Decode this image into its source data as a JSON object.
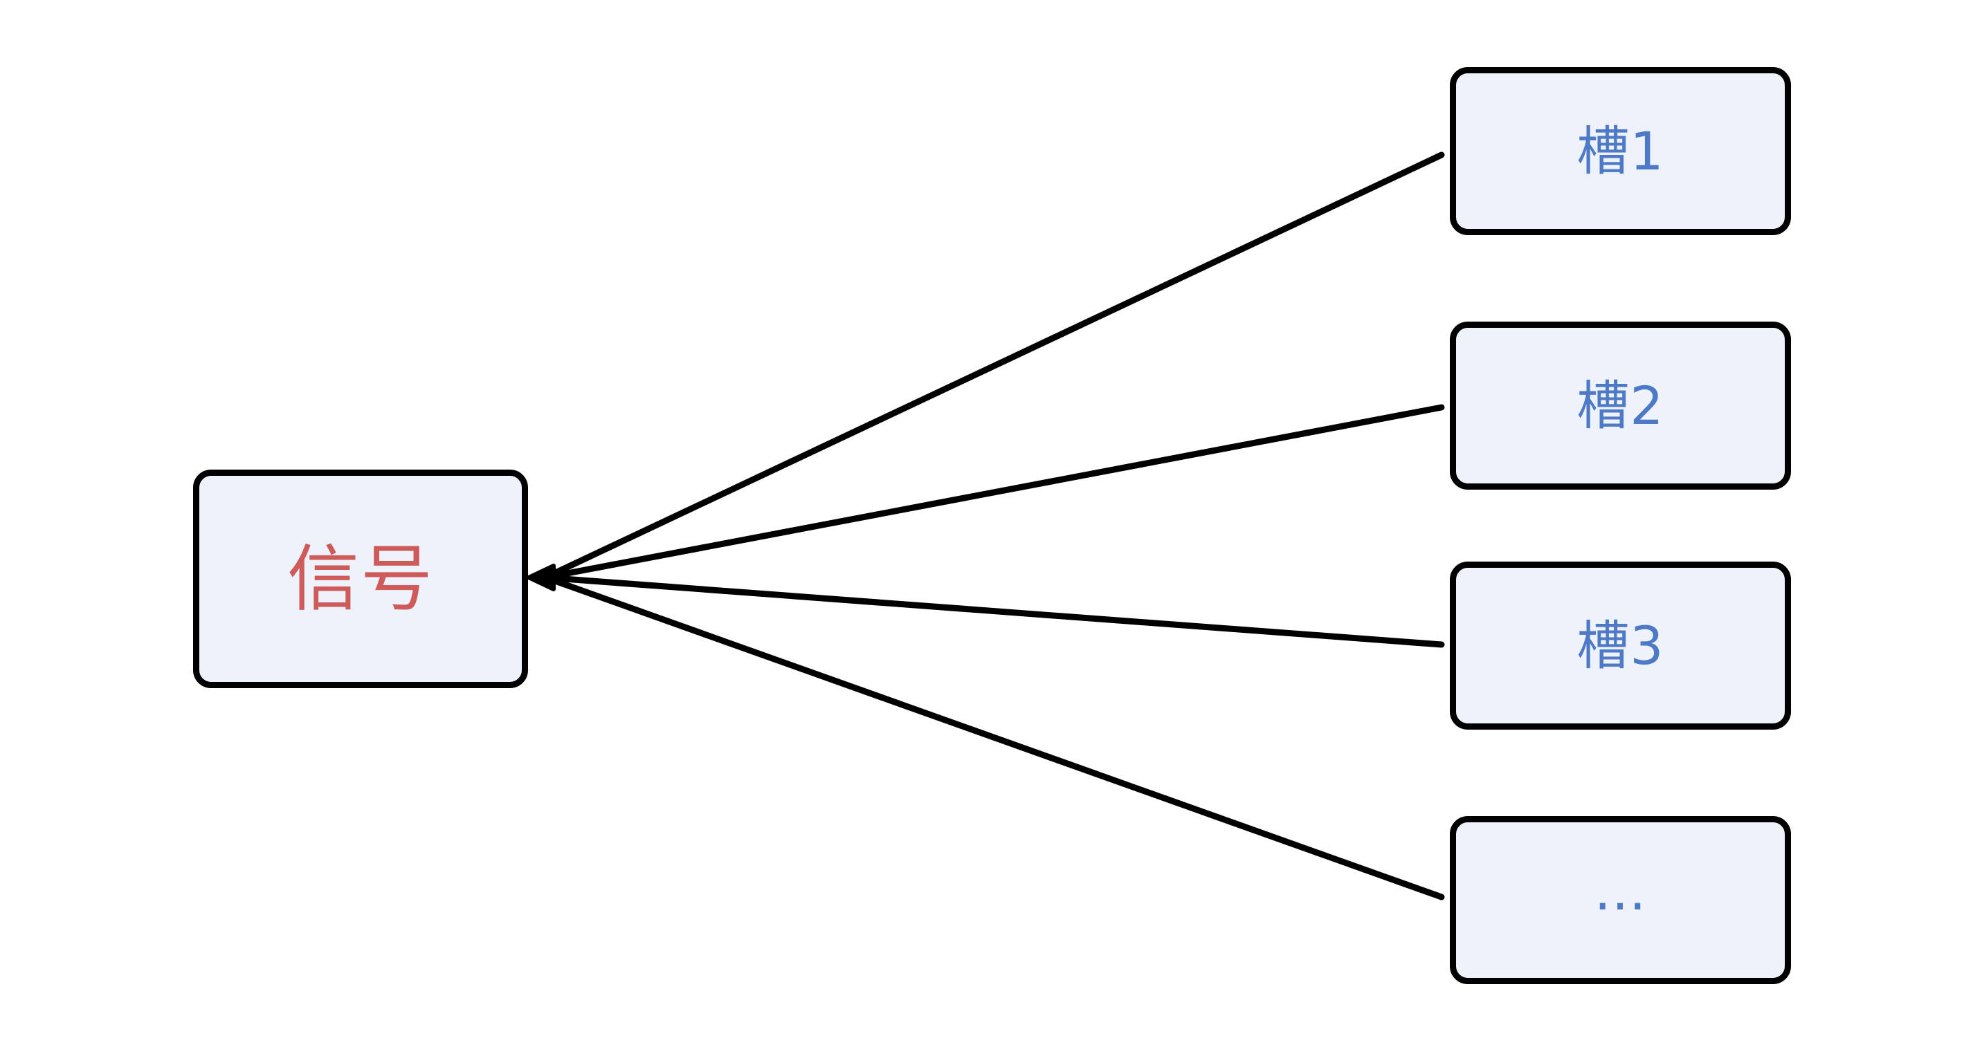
{
  "diagram": {
    "type": "fan-out-flow",
    "title": "",
    "background_color": "#ffffff",
    "node_fill_color": "#eef2fb",
    "node_border_color": "#000000",
    "edge_color": "#000000",
    "source": {
      "id": "signal",
      "label": "信号",
      "text_color": "#cf5a5a"
    },
    "targets": [
      {
        "id": "slot-1",
        "label": "槽1",
        "text_color": "#4d79c7"
      },
      {
        "id": "slot-2",
        "label": "槽2",
        "text_color": "#4d79c7"
      },
      {
        "id": "slot-3",
        "label": "槽3",
        "text_color": "#4d79c7"
      },
      {
        "id": "slot-more",
        "label": "…",
        "text_color": "#4d79c7"
      }
    ],
    "edges": [
      {
        "from": "signal",
        "to": "slot-1",
        "arrow_at": "signal"
      },
      {
        "from": "signal",
        "to": "slot-2",
        "arrow_at": "signal"
      },
      {
        "from": "signal",
        "to": "slot-3",
        "arrow_at": "signal"
      },
      {
        "from": "signal",
        "to": "slot-more",
        "arrow_at": "signal"
      }
    ]
  }
}
